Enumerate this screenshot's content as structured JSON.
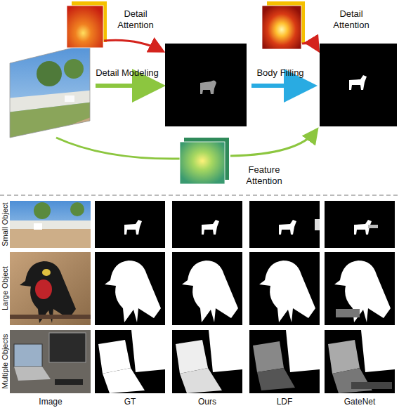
{
  "diagram": {
    "labels": [
      "Detail Attention",
      "Detail Attention",
      "Detail Modeling",
      "Body Filling",
      "Feature Attention",
      "Small Object",
      "Large Object",
      "Multiple Objects",
      "Image",
      "GT",
      "Ours",
      "LDF",
      "GateNet"
    ]
  }
}
